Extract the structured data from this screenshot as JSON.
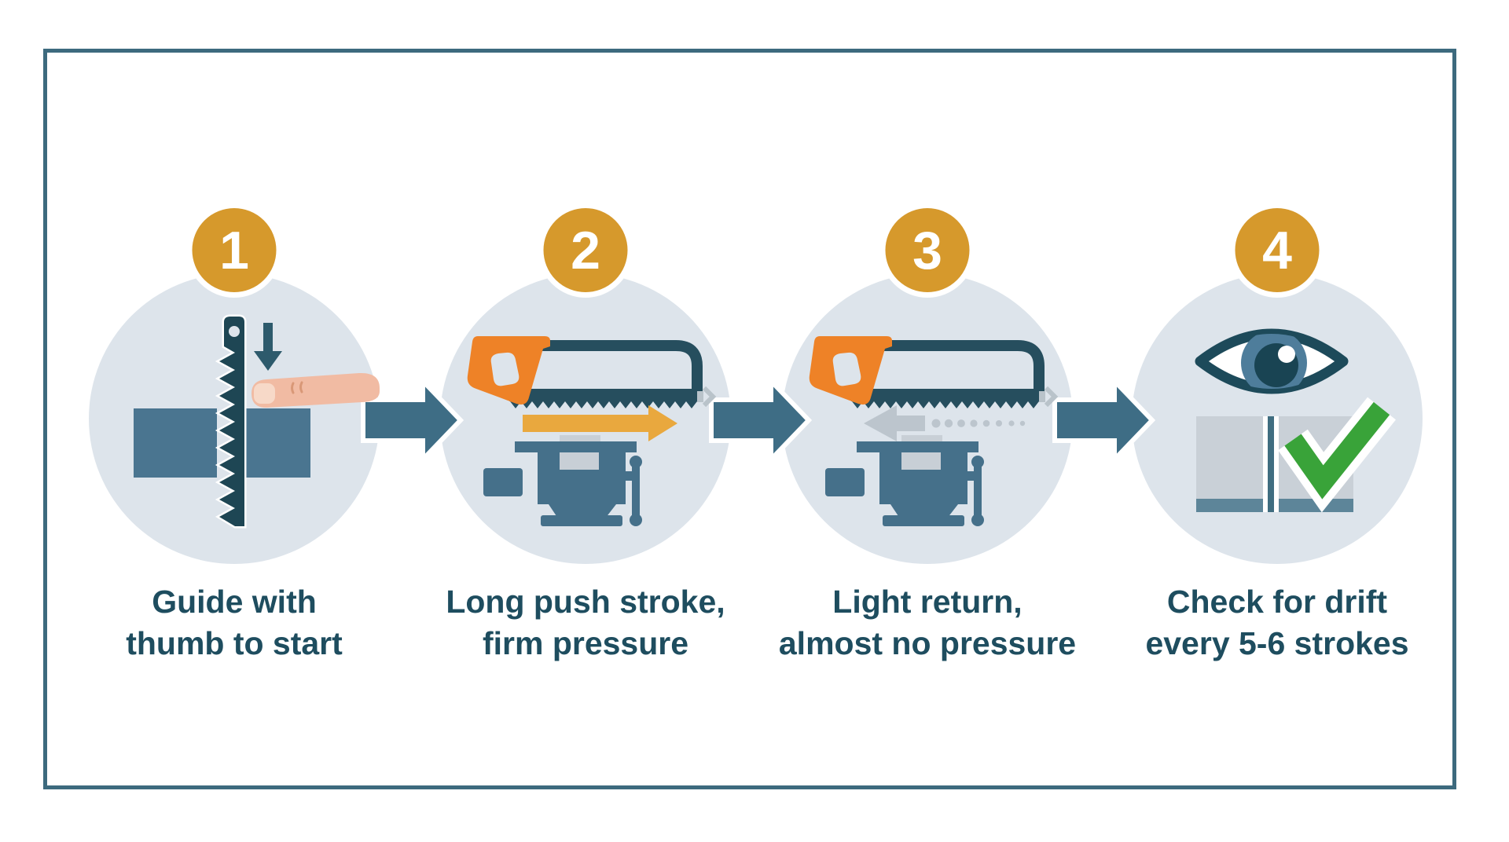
{
  "figure": {
    "type": "process-infographic",
    "steps": [
      {
        "number": "1",
        "caption": [
          "Guide with",
          "thumb to start"
        ],
        "icons": [
          "saw-blade",
          "down-arrow",
          "thumb",
          "workpiece"
        ]
      },
      {
        "number": "2",
        "caption": [
          "Long push stroke,",
          "firm pressure"
        ],
        "icons": [
          "hacksaw",
          "push-arrow",
          "vise",
          "workpiece"
        ]
      },
      {
        "number": "3",
        "caption": [
          "Light return,",
          "almost no pressure"
        ],
        "icons": [
          "hacksaw",
          "return-arrow",
          "return-dots",
          "vise",
          "workpiece"
        ]
      },
      {
        "number": "4",
        "caption": [
          "Check for drift",
          "every 5-6 strokes"
        ],
        "icons": [
          "eye",
          "workpiece-kerf",
          "checkmark"
        ]
      }
    ],
    "connector_arrows": 3,
    "colors": {
      "frame_border": "#3d6a7e",
      "step_circle_bg": "#dde4eb",
      "badge_amber": "#d6992c",
      "handle_orange": "#ee8227",
      "push_arrow_amber": "#e9a83e",
      "caption_teal": "#1e4d5f",
      "tool_dark_teal": "#264e5e",
      "mid_teal": "#45708a",
      "connector_arrow": "#3e6d85",
      "return_gray": "#bcc5cd",
      "workpiece_gray": "#c8cfd6",
      "check_green": "#39a339",
      "skin": "#f1bba3"
    }
  }
}
